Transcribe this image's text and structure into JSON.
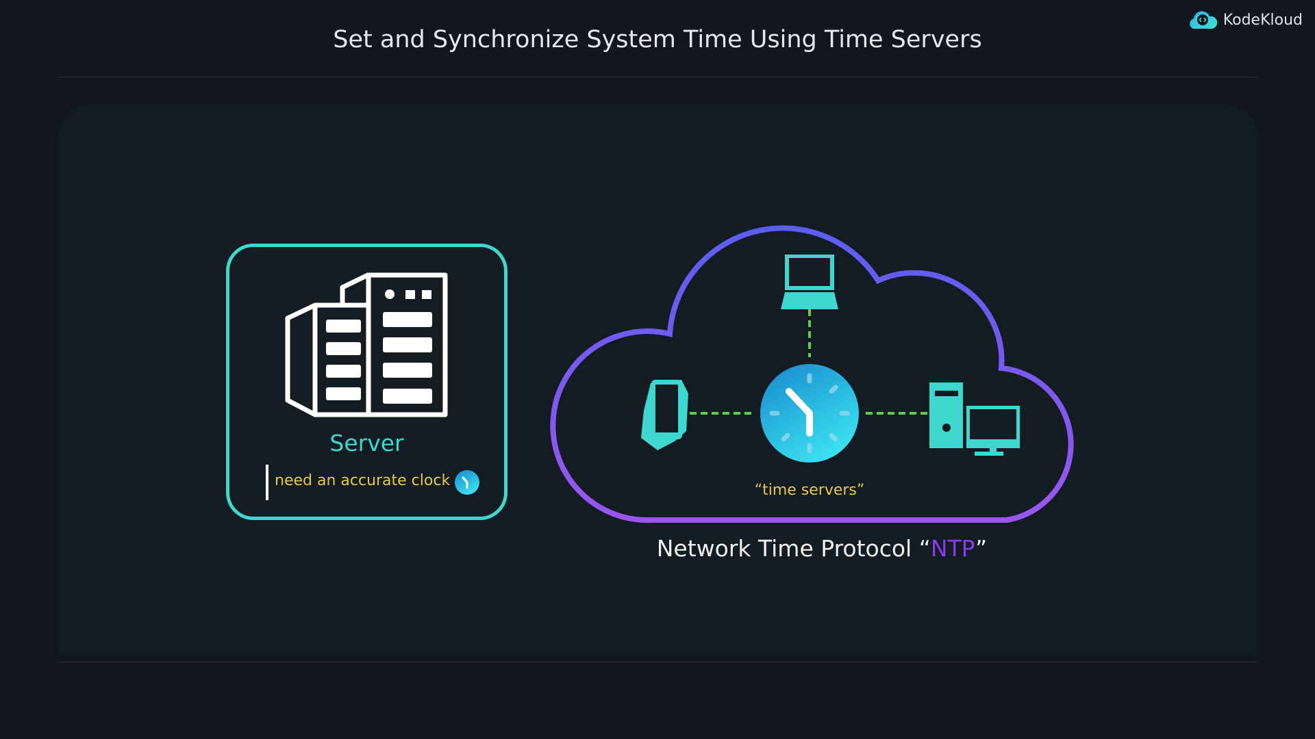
{
  "header": {
    "title": "Set and Synchronize System Time Using Time Servers",
    "brand": "KodeKloud"
  },
  "server_card": {
    "label": "Server",
    "note": "need an accurate clock",
    "icon": "server-rack-icon"
  },
  "cloud": {
    "center_label": "“time servers”",
    "devices": [
      "laptop-icon",
      "smartphone-icon",
      "desktop-computer-icon",
      "clock-icon"
    ]
  },
  "caption": {
    "prefix": "Network Time Protocol “",
    "highlight": "NTP",
    "suffix": "”"
  },
  "colors": {
    "accent_teal": "#3fd8d0",
    "note_yellow": "#e8c94a",
    "ntp_purple": "#8a3df0",
    "cloud_top": "#5a5ef0",
    "cloud_bottom": "#9a55f0",
    "link_green": "#5ccf4a"
  }
}
